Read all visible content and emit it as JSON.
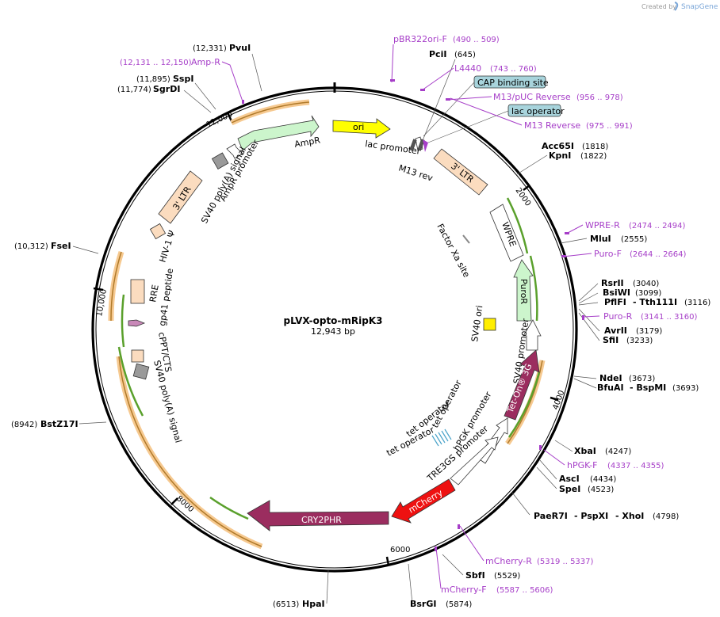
{
  "app": {
    "credit_text": "Created by",
    "credit_brand": "SnapGene",
    "brand_color": "#7aa6d8"
  },
  "plasmid": {
    "name": "pLVX-opto-mRipK3",
    "length_label": "12,943 bp",
    "length_bp": 12943
  },
  "ticks": [
    {
      "bp": 2000,
      "label": "2000"
    },
    {
      "bp": 4000,
      "label": "4000"
    },
    {
      "bp": 6000,
      "label": "6000"
    },
    {
      "bp": 8000,
      "label": "8000"
    },
    {
      "bp": 10000,
      "label": "10,000"
    },
    {
      "bp": 12000,
      "label": "12,000"
    }
  ],
  "features": [
    {
      "name": "ori",
      "label": "ori",
      "fill": "#ffff00",
      "kind": "arrow",
      "dir": 1
    },
    {
      "name": "lac-promoter",
      "label": "lac promoter",
      "fill": "#ffffff",
      "kind": "arrow",
      "dir": 1
    },
    {
      "name": "m13-rev",
      "label": "M13 rev",
      "fill": "#7a7a7a",
      "kind": "box"
    },
    {
      "name": "3-ltr-right",
      "label": "3' LTR",
      "fill": "#fbdcbf",
      "kind": "box"
    },
    {
      "name": "factor-xa-site",
      "label": "Factor Xa site",
      "fill": "#bbbbbb",
      "kind": "line"
    },
    {
      "name": "wpre",
      "label": "WPRE",
      "fill": "#ffffff",
      "kind": "box"
    },
    {
      "name": "puror",
      "label": "PuroR",
      "fill": "#ccf5cc",
      "kind": "arrow",
      "dir": -1
    },
    {
      "name": "sv40-ori",
      "label": "SV40 ori",
      "fill": "#ffee00",
      "kind": "box"
    },
    {
      "name": "sv40-promoter",
      "label": "SV40 promoter",
      "fill": "#ffffff",
      "kind": "arrow",
      "dir": -1
    },
    {
      "name": "tet-on-3g",
      "label": "Tet-On® 3G",
      "fill": "#9b2d5f",
      "kind": "arrow",
      "dir": -1
    },
    {
      "name": "hpgk-promoter",
      "label": "hPGK promoter",
      "fill": "#ffffff",
      "kind": "arrow",
      "dir": -1
    },
    {
      "name": "tre3gs-promoter",
      "label": "TRE3GS promoter",
      "fill": "#ffffff",
      "kind": "arrow",
      "dir": -1
    },
    {
      "name": "tet-operator",
      "label": "tet operator",
      "fill": "#4aa3c9",
      "kind": "line"
    },
    {
      "name": "mcherry",
      "label": "mCherry",
      "fill": "#ee1111",
      "kind": "arrow",
      "dir": -1
    },
    {
      "name": "cry2phr",
      "label": "CRY2PHR",
      "fill": "#9b2d5f",
      "kind": "arrow",
      "dir": -1
    },
    {
      "name": "sv40-polya-signal-left",
      "label": "SV40 poly(A) signal",
      "fill": "#9a9a9a",
      "kind": "box"
    },
    {
      "name": "cppt-cts",
      "label": "cPPT/CTS",
      "fill": "#fbdcbf",
      "kind": "box"
    },
    {
      "name": "gp41-peptide",
      "label": "gp41 peptide",
      "fill": "#c888b8",
      "kind": "arrow",
      "dir": 1
    },
    {
      "name": "rre",
      "label": "RRE",
      "fill": "#fbdcbf",
      "kind": "box"
    },
    {
      "name": "hiv-1-psi",
      "label": "HIV-1 Ψ",
      "fill": "#fbdcbf",
      "kind": "box"
    },
    {
      "name": "3-ltr-left",
      "label": "3' LTR",
      "fill": "#fbdcbf",
      "kind": "box"
    },
    {
      "name": "sv40-polya-signal-top",
      "label": "SV40 poly(A) signal",
      "fill": "#9a9a9a",
      "kind": "box"
    },
    {
      "name": "ampr-promoter",
      "label": "AmpR promoter",
      "fill": "#ffffff",
      "kind": "arrow",
      "dir": 1
    },
    {
      "name": "ampr",
      "label": "AmpR",
      "fill": "#ccf5cc",
      "kind": "arrow",
      "dir": 1
    }
  ],
  "labeled_sites": [
    {
      "name": "cap-binding-site",
      "label": "CAP binding site",
      "fill": "#a8d4dc"
    },
    {
      "name": "lac-operator",
      "label": "lac operator",
      "fill": "#a8d4dc"
    }
  ],
  "enzymes": [
    {
      "name": "pvui",
      "label": "PvuI",
      "pos": "(12,331)"
    },
    {
      "name": "sspi",
      "label": "SspI",
      "pos": "(11,895)"
    },
    {
      "name": "sgrdi",
      "label": "SgrDI",
      "pos": "(11,774)"
    },
    {
      "name": "pcii",
      "label": "PciI",
      "pos": "(645)"
    },
    {
      "name": "acc65i",
      "label": "Acc65I",
      "pos": "(1818)"
    },
    {
      "name": "kpni",
      "label": "KpnI",
      "pos": "(1822)"
    },
    {
      "name": "mlui",
      "label": "MluI",
      "pos": "(2555)"
    },
    {
      "name": "rsrii",
      "label": "RsrII",
      "pos": "(3040)"
    },
    {
      "name": "bsiwi",
      "label": "BsiWI",
      "pos": "(3099)"
    },
    {
      "name": "pflfi",
      "label": "PflFI",
      "pos": ""
    },
    {
      "name": "tth111i",
      "label": "- Tth111I",
      "pos": "(3116)"
    },
    {
      "name": "avrii",
      "label": "AvrII",
      "pos": "(3179)"
    },
    {
      "name": "sfii",
      "label": "SfiI",
      "pos": "(3233)"
    },
    {
      "name": "ndei",
      "label": "NdeI",
      "pos": "(3673)"
    },
    {
      "name": "bfuai",
      "label": "BfuAI",
      "pos": ""
    },
    {
      "name": "bspmi",
      "label": "- BspMI",
      "pos": "(3693)"
    },
    {
      "name": "xbai",
      "label": "XbaI",
      "pos": "(4247)"
    },
    {
      "name": "asci",
      "label": "AscI",
      "pos": "(4434)"
    },
    {
      "name": "spei",
      "label": "SpeI",
      "pos": "(4523)"
    },
    {
      "name": "paer7i",
      "label": "PaeR7I",
      "pos": ""
    },
    {
      "name": "pspxi",
      "label": "- PspXI",
      "pos": ""
    },
    {
      "name": "xhoi",
      "label": "- XhoI",
      "pos": "(4798)"
    },
    {
      "name": "sbfi",
      "label": "SbfI",
      "pos": "(5529)"
    },
    {
      "name": "bsrgi",
      "label": "BsrGI",
      "pos": "(5874)"
    },
    {
      "name": "hpai",
      "label": "HpaI",
      "pos": "(6513)"
    },
    {
      "name": "bstz17i",
      "label": "BstZ17I",
      "pos": "(8942)"
    },
    {
      "name": "fsei",
      "label": "FseI",
      "pos": "(10,312)"
    }
  ],
  "primers": [
    {
      "name": "amp-r",
      "label": "Amp-R",
      "pos": "(12,131 .. 12,150)"
    },
    {
      "name": "pbr322ori-f",
      "label": "pBR322ori-F",
      "pos": "(490 .. 509)"
    },
    {
      "name": "l4440",
      "label": "L4440",
      "pos": "(743 .. 760)"
    },
    {
      "name": "m13-puc-reverse",
      "label": "M13/pUC Reverse",
      "pos": "(956 .. 978)"
    },
    {
      "name": "m13-reverse",
      "label": "M13 Reverse",
      "pos": "(975 .. 991)"
    },
    {
      "name": "wpre-r",
      "label": "WPRE-R",
      "pos": "(2474 .. 2494)"
    },
    {
      "name": "puro-f",
      "label": "Puro-F",
      "pos": "(2644 .. 2664)"
    },
    {
      "name": "puro-r",
      "label": "Puro-R",
      "pos": "(3141 .. 3160)"
    },
    {
      "name": "hpgk-f",
      "label": "hPGK-F",
      "pos": "(4337 .. 4355)"
    },
    {
      "name": "mcherry-r",
      "label": "mCherry-R",
      "pos": "(5319 .. 5337)"
    },
    {
      "name": "mcherry-f",
      "label": "mCherry-F",
      "pos": "(5587 .. 5606)"
    }
  ],
  "colors": {
    "backbone": "#000000",
    "primer": "#a63ec8",
    "orf_outline": "#e8a040",
    "orf_inner": "#5aa02c"
  }
}
